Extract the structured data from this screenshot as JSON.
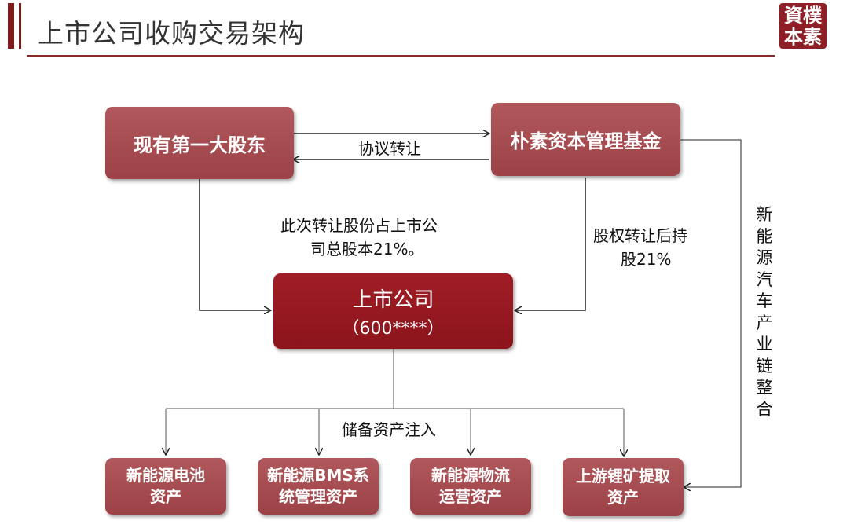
{
  "header": {
    "title": "上市公司收购交易架构",
    "logo_line1": "資樸",
    "logo_line2": "本素"
  },
  "nodes": {
    "shareholder": "现有第一大股东",
    "fund": "朴素资本管理基金",
    "listed_company": "上市公司",
    "listed_code": "（600****）"
  },
  "labels": {
    "agreement": "协议转让",
    "left_note_line1": "此次转让股份占上市公",
    "left_note_line2": "司总股本21%。",
    "right_note_line1": "股权转让后持",
    "right_note_line2": "股21%",
    "vertical_note": "新能源汽车产业链整合",
    "injection": "储备资产注入"
  },
  "assets": [
    {
      "line1": "新能源电池",
      "line2": "资产"
    },
    {
      "line1": "新能源BMS系",
      "line2": "统管理资产"
    },
    {
      "line1": "新能源物流",
      "line2": "运营资产"
    },
    {
      "line1": "上游锂矿提取",
      "line2": "资产"
    }
  ],
  "colors": {
    "accent": "#7f1a1f",
    "box_light": "#a84c50",
    "box_main": "#971a21"
  }
}
